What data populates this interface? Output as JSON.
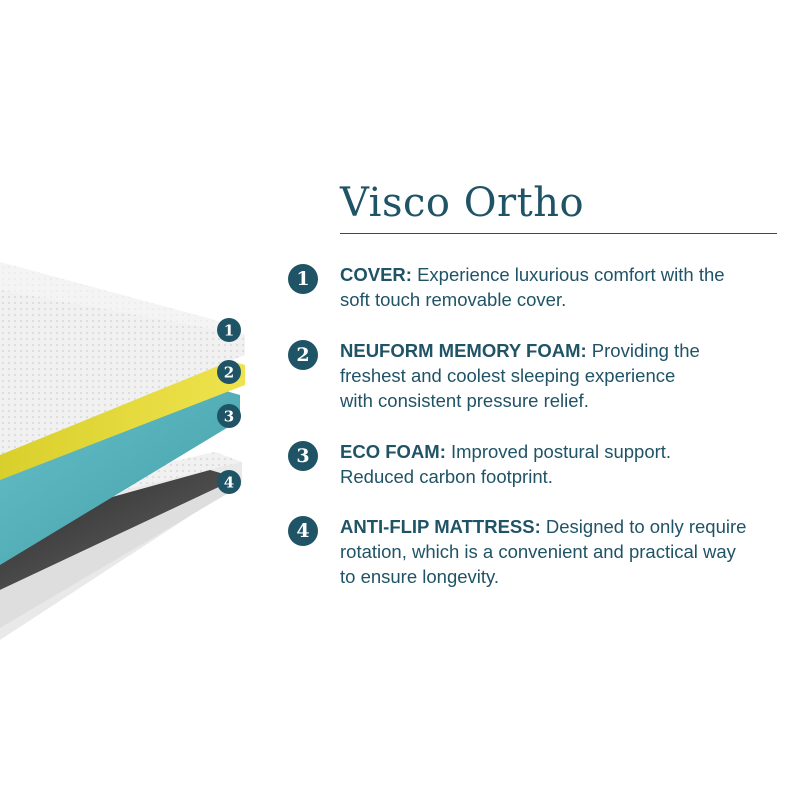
{
  "title": "Visco Ortho",
  "features": [
    {
      "number": "1",
      "heading": "COVER:",
      "line1": " Experience luxurious comfort with the",
      "line2": "soft touch removable cover.",
      "line3": ""
    },
    {
      "number": "2",
      "heading": "NEUFORM MEMORY FOAM:",
      "line1": " Providing the",
      "line2": "freshest and coolest sleeping experience",
      "line3": "with consistent pressure relief."
    },
    {
      "number": "3",
      "heading": "ECO FOAM:",
      "line1": " Improved postural support.",
      "line2": "Reduced carbon footprint.",
      "line3": ""
    },
    {
      "number": "4",
      "heading": "ANTI-FLIP MATTRESS:",
      "line1": " Designed to only require",
      "line2": "rotation, which is a convenient and practical way",
      "line3": "to ensure longevity."
    }
  ],
  "mattress_labels": [
    "1",
    "2",
    "3",
    "4"
  ],
  "colors": {
    "accent": "#1f5366",
    "cover": "#ececec",
    "memory_foam": "#e4d83a",
    "eco_foam": "#5ab3bd",
    "base": "#3a3a3a"
  }
}
